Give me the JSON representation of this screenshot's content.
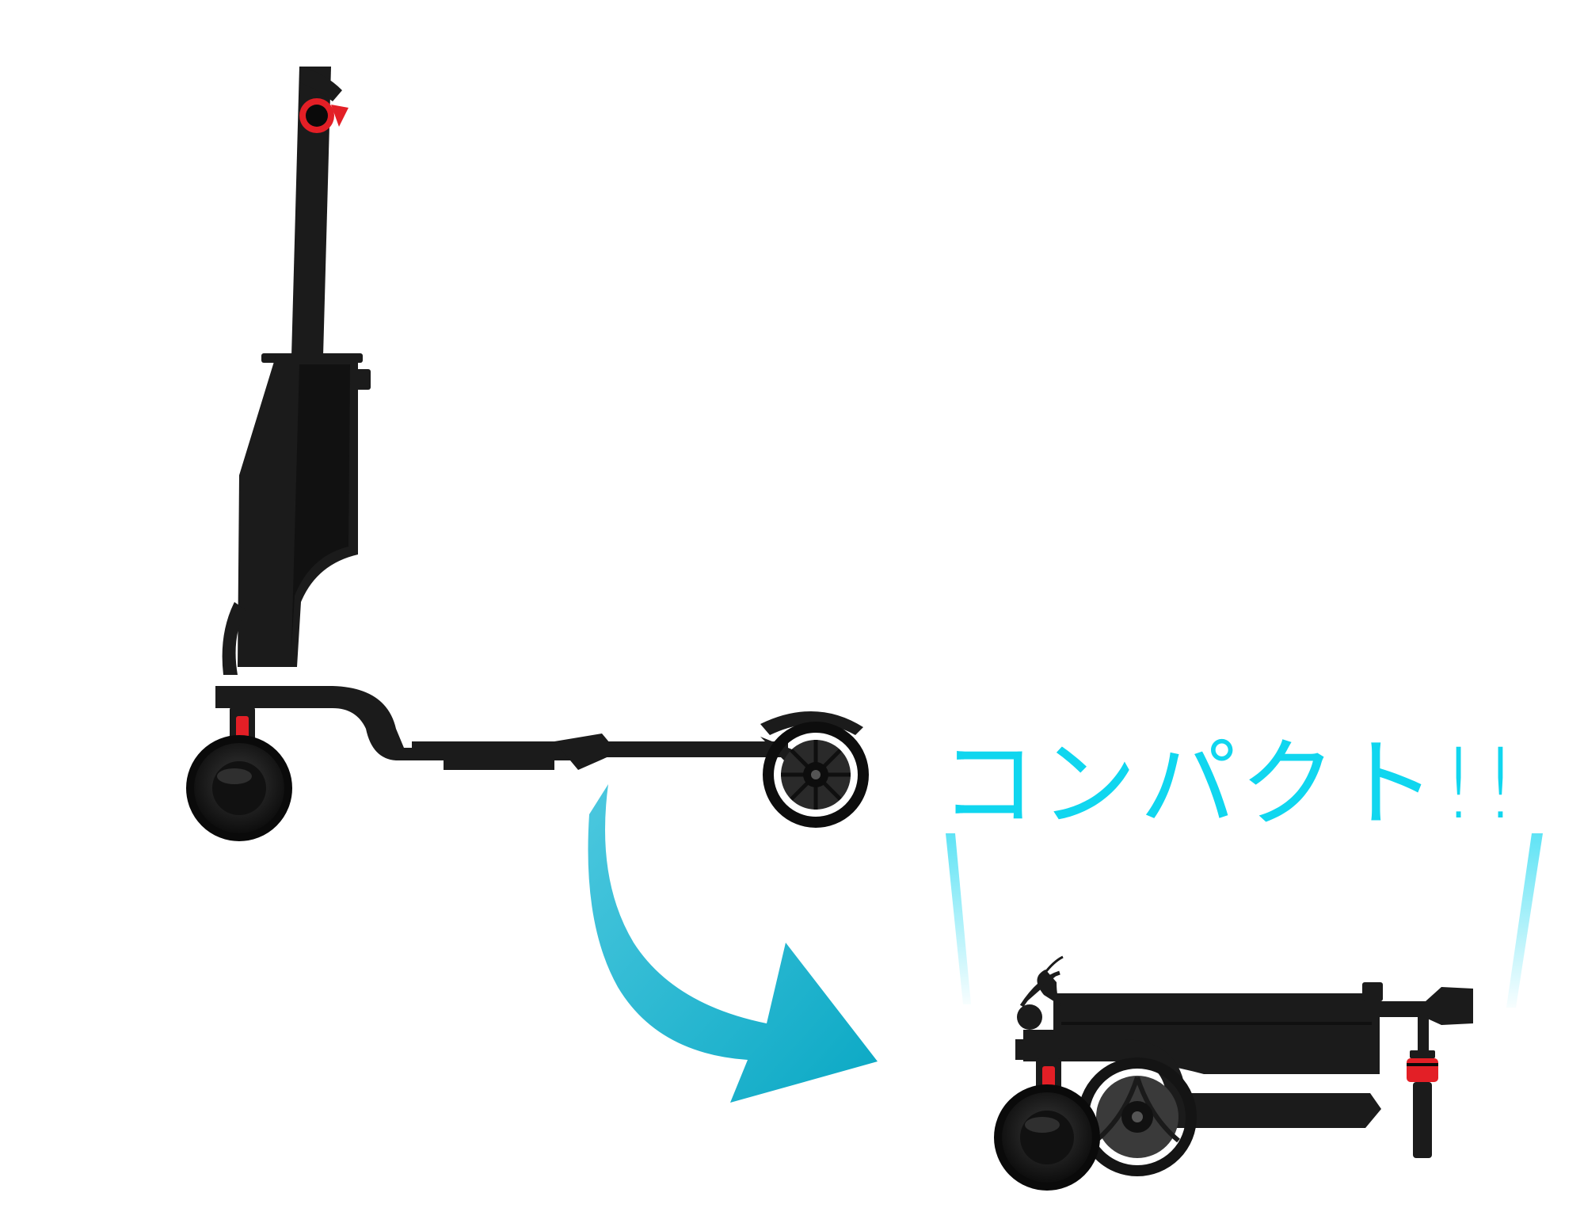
{
  "headline": {
    "text": "コンパクト!!",
    "color": "#10d6ef"
  },
  "illustration": {
    "unfolded_scooter": "electric-kick-scooter-unfolded",
    "folded_scooter": "electric-kick-scooter-folded",
    "transition_arrow": "curved-arrow-icon"
  },
  "colors": {
    "background": "#ffffff",
    "scooter_body": "#1b1b1b",
    "scooter_dark": "#0a0a0a",
    "scooter_accent": "#e31f26",
    "arrow_light": "#4cc8df",
    "arrow_dark": "#0aa8c4",
    "highlight_line": "#5fe3f5"
  }
}
